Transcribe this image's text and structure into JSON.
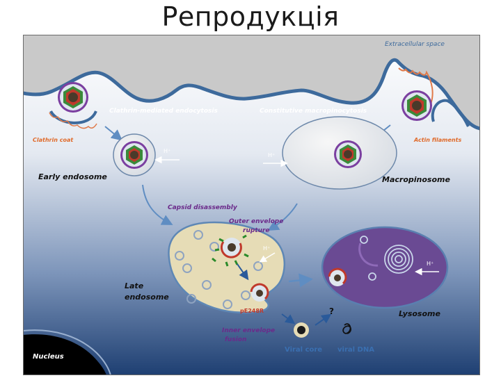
{
  "slide": {
    "title": "Репродукція"
  },
  "diagram": {
    "labels": {
      "extracellular_space": "Extracellular space",
      "clathrin_endocytosis": "Clathrin-mediated endocytosis",
      "macropinocytosis": "Constitutive macropinocytosis",
      "clathrin_coat": "Clathrin coat",
      "actin_filaments": "Actin filaments",
      "early_endosome": "Early endosome",
      "macropinosome": "Macropinosome",
      "proton_early": "H⁺",
      "proton_macro": "H⁺",
      "proton_late": "H⁺",
      "proton_lysosome": "H⁺",
      "capsid_disassembly": "Capsid disassembly",
      "outer_envelope_line1": "Outer envelope",
      "outer_envelope_line2": "rupture",
      "late_endosome_line1": "Late",
      "late_endosome_line2": "endosome",
      "pe248r": "pE248R",
      "inner_envelope_line1": "Inner envelope",
      "inner_envelope_line2": "fusion",
      "lysosome": "Lysosome",
      "question_mark": "?",
      "viral_core": "Viral core",
      "viral_dna": "viral DNA",
      "nucleus": "Nucleus"
    },
    "colors": {
      "cell_top": "#ffffff",
      "cell_bottom": "#1e3f72",
      "extracellular": "#c9c9c9",
      "membrane": "#3d6a9c",
      "arrow": "#5f8dc2",
      "orange_label": "#e06a2a",
      "purple_label": "#6b2a8a",
      "late_endosome_fill": "#e6dcb6",
      "lysosome_fill": "#6a4a93",
      "viral_dna_label": "#3a6fb0",
      "nucleus_fill": "#000000"
    }
  }
}
